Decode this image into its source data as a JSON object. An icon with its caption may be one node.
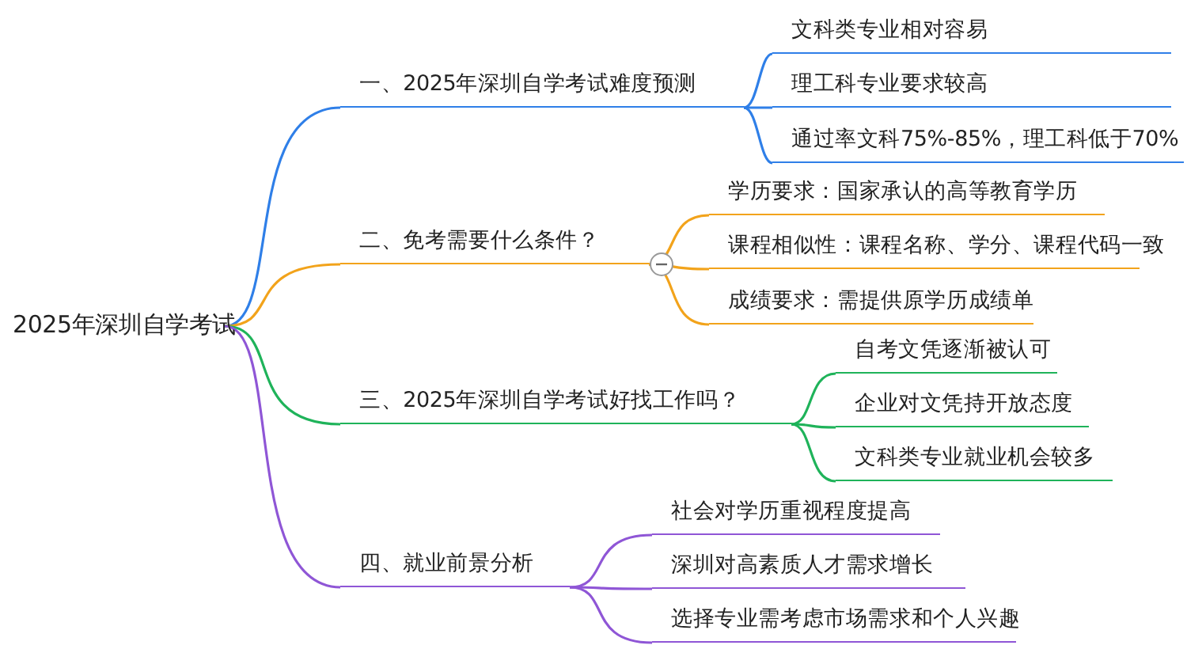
{
  "diagram": {
    "nodes": [
      {
        "text": [
          "2025年深圳自学考试"
        ]
      },
      {
        "text": [
          "一、2025年深圳自学考试难度预测"
        ]
      },
      {
        "text": [
          "文科类专业相对容易"
        ]
      },
      {
        "text": [
          "理工科专业要求较高"
        ]
      },
      {
        "text": [
          "通过率文科75%-85%，理工科低于70%"
        ]
      },
      {
        "text": [
          "二、免考需要什么条件？"
        ]
      },
      {
        "text": [
          "学历要求：国家承认的高等教育学历"
        ]
      },
      {
        "text": [
          "课程相似性：课程名称、学分、课程代码一致"
        ]
      },
      {
        "text": [
          "成绩要求：需提供原学历成绩单"
        ]
      },
      {
        "text": [
          "三、2025年深圳自学考试好找工作吗？"
        ]
      },
      {
        "text": [
          "自考文凭逐渐被认可"
        ]
      },
      {
        "text": [
          "企业对文凭持开放态度"
        ]
      },
      {
        "text": [
          "文科类专业就业机会较多"
        ]
      },
      {
        "text": [
          "四、就业前景分析"
        ]
      },
      {
        "text": [
          "社会对学历重视程度提高"
        ]
      },
      {
        "text": [
          "深圳对高素质人才需求增长"
        ]
      },
      {
        "text": [
          "选择专业需考虑市场需求和个人兴趣"
        ]
      }
    ],
    "edges": [
      {
        "from": 0,
        "to": 1,
        "arrow": "none",
        "color": "#2f7fe8"
      },
      {
        "from": 1,
        "to": 2,
        "arrow": "none",
        "color": "#2f7fe8"
      },
      {
        "from": 1,
        "to": 3,
        "arrow": "none",
        "color": "#2f7fe8"
      },
      {
        "from": 1,
        "to": 4,
        "arrow": "none",
        "color": "#2f7fe8"
      },
      {
        "from": 0,
        "to": 5,
        "arrow": "none",
        "color": "#f2a31b"
      },
      {
        "from": 5,
        "to": 6,
        "arrow": "none",
        "color": "#f2a31b"
      },
      {
        "from": 5,
        "to": 7,
        "arrow": "none",
        "color": "#f2a31b"
      },
      {
        "from": 5,
        "to": 8,
        "arrow": "none",
        "color": "#f2a31b"
      },
      {
        "from": 0,
        "to": 9,
        "arrow": "none",
        "color": "#1fb35a"
      },
      {
        "from": 9,
        "to": 10,
        "arrow": "none",
        "color": "#1fb35a"
      },
      {
        "from": 9,
        "to": 11,
        "arrow": "none",
        "color": "#1fb35a"
      },
      {
        "from": 9,
        "to": 12,
        "arrow": "none",
        "color": "#1fb35a"
      },
      {
        "from": 0,
        "to": 13,
        "arrow": "none",
        "color": "#8f56d6"
      },
      {
        "from": 13,
        "to": 14,
        "arrow": "none",
        "color": "#8f56d6"
      },
      {
        "from": 13,
        "to": 15,
        "arrow": "none",
        "color": "#8f56d6"
      },
      {
        "from": 13,
        "to": 16,
        "arrow": "none",
        "color": "#8f56d6"
      }
    ]
  }
}
